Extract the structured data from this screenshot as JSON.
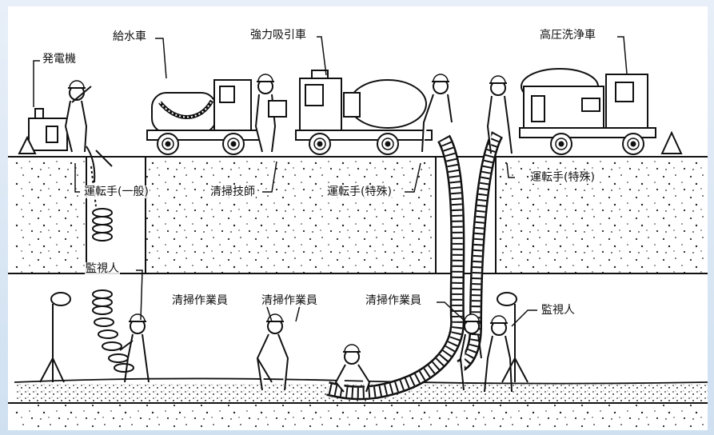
{
  "labels": {
    "generator": "発電機",
    "water_truck": "給水車",
    "suction_truck": "強力吸引車",
    "hp_washer_truck": "高圧洗浄車",
    "driver_general": "運転手(一般)",
    "cleaning_engineer": "清掃技師",
    "driver_special_1": "運転手(特殊)",
    "driver_special_2": "運転手(特殊)",
    "watcher_1": "監視人",
    "watcher_2": "監視人",
    "cleaning_worker_1": "清掃作業員",
    "cleaning_worker_2": "清掃作業員",
    "cleaning_worker_3": "清掃作業員"
  },
  "colors": {
    "ink": "#111111",
    "paper": "#ffffff",
    "frame": "#cfe0f1"
  }
}
